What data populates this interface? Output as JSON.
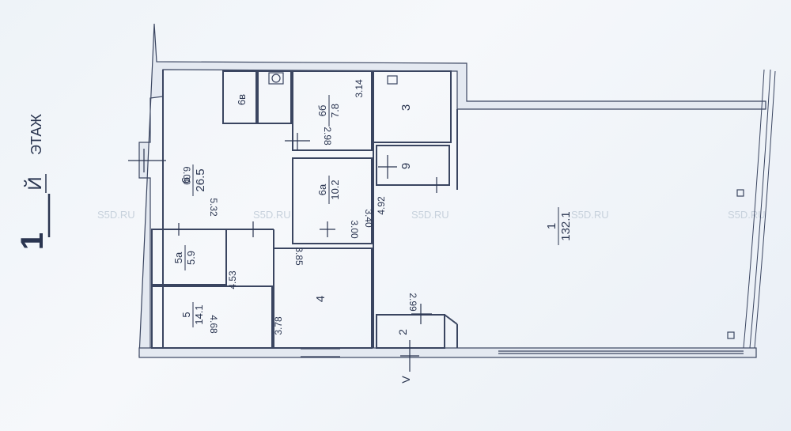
{
  "floor": {
    "number": "1",
    "suffix": "Й",
    "word": "ЭТАЖ"
  },
  "watermark": "S5D.RU",
  "axis_label": "V",
  "rooms": [
    {
      "id": "6v",
      "num": "6в"
    },
    {
      "id": "6b",
      "num": "6б",
      "area": "7.8"
    },
    {
      "id": "3",
      "num": "3"
    },
    {
      "id": "6",
      "num": "6",
      "area": "26.5"
    },
    {
      "id": "6a",
      "num": "6а",
      "area": "10.2"
    },
    {
      "id": "9",
      "num": "9"
    },
    {
      "id": "1",
      "num": "1",
      "area": "132.1"
    },
    {
      "id": "5a",
      "num": "5а",
      "area": "5.9"
    },
    {
      "id": "4",
      "num": "4"
    },
    {
      "id": "5",
      "num": "5",
      "area": "14.1"
    },
    {
      "id": "2",
      "num": "2"
    }
  ],
  "dimensions": [
    "6.00",
    "5.32",
    "2.98",
    "3.14",
    "3.40",
    "3.00",
    "4.92",
    "3.85",
    "4.53",
    "4.68",
    "3.78",
    "2.99"
  ]
}
